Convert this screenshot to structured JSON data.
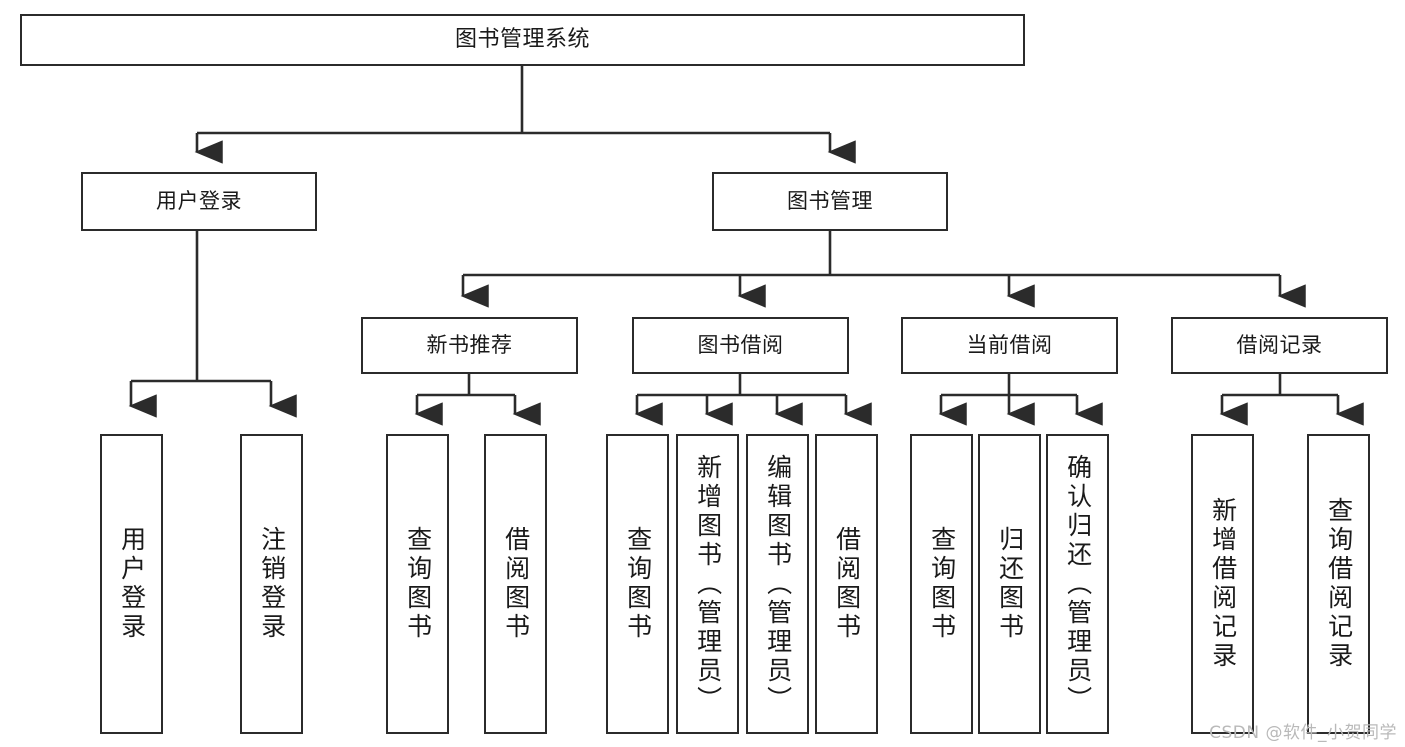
{
  "diagram": {
    "title": "图书管理系统",
    "type": "tree",
    "watermark": "CSDN @软件_小贺同学",
    "root": {
      "id": "root",
      "label": "图书管理系统"
    },
    "level2": [
      {
        "id": "user-login",
        "label": "用户登录"
      },
      {
        "id": "book-manage",
        "label": "图书管理"
      }
    ],
    "level3": [
      {
        "id": "new-book-recommend",
        "label": "新书推荐",
        "parent": "book-manage"
      },
      {
        "id": "book-borrow",
        "label": "图书借阅",
        "parent": "book-manage"
      },
      {
        "id": "current-borrow",
        "label": "当前借阅",
        "parent": "book-manage"
      },
      {
        "id": "borrow-record",
        "label": "借阅记录",
        "parent": "book-manage"
      }
    ],
    "leaves": [
      {
        "id": "leaf-user-login",
        "label": "用户登录",
        "parent": "user-login"
      },
      {
        "id": "leaf-user-logout",
        "label": "注销登录",
        "parent": "user-login"
      },
      {
        "id": "leaf-query-book-1",
        "label": "查询图书",
        "parent": "new-book-recommend"
      },
      {
        "id": "leaf-borrow-book-1",
        "label": "借阅图书",
        "parent": "new-book-recommend"
      },
      {
        "id": "leaf-query-book-2",
        "label": "查询图书",
        "parent": "book-borrow"
      },
      {
        "id": "leaf-add-book",
        "label": "新增图书（管理员）",
        "parent": "book-borrow"
      },
      {
        "id": "leaf-edit-book",
        "label": "编辑图书（管理员）",
        "parent": "book-borrow"
      },
      {
        "id": "leaf-borrow-book-2",
        "label": "借阅图书",
        "parent": "book-borrow"
      },
      {
        "id": "leaf-query-book-3",
        "label": "查询图书",
        "parent": "current-borrow"
      },
      {
        "id": "leaf-return-book",
        "label": "归还图书",
        "parent": "current-borrow"
      },
      {
        "id": "leaf-confirm-return",
        "label": "确认归还（管理员）",
        "parent": "current-borrow"
      },
      {
        "id": "leaf-add-record",
        "label": "新增借阅记录",
        "parent": "borrow-record"
      },
      {
        "id": "leaf-query-record",
        "label": "查询借阅记录",
        "parent": "borrow-record"
      }
    ],
    "colors": {
      "border": "#2b2b2b",
      "text": "#1a1a1a",
      "background": "#ffffff",
      "watermark": "#b9b9b9",
      "connector": "#2b2b2b"
    }
  }
}
